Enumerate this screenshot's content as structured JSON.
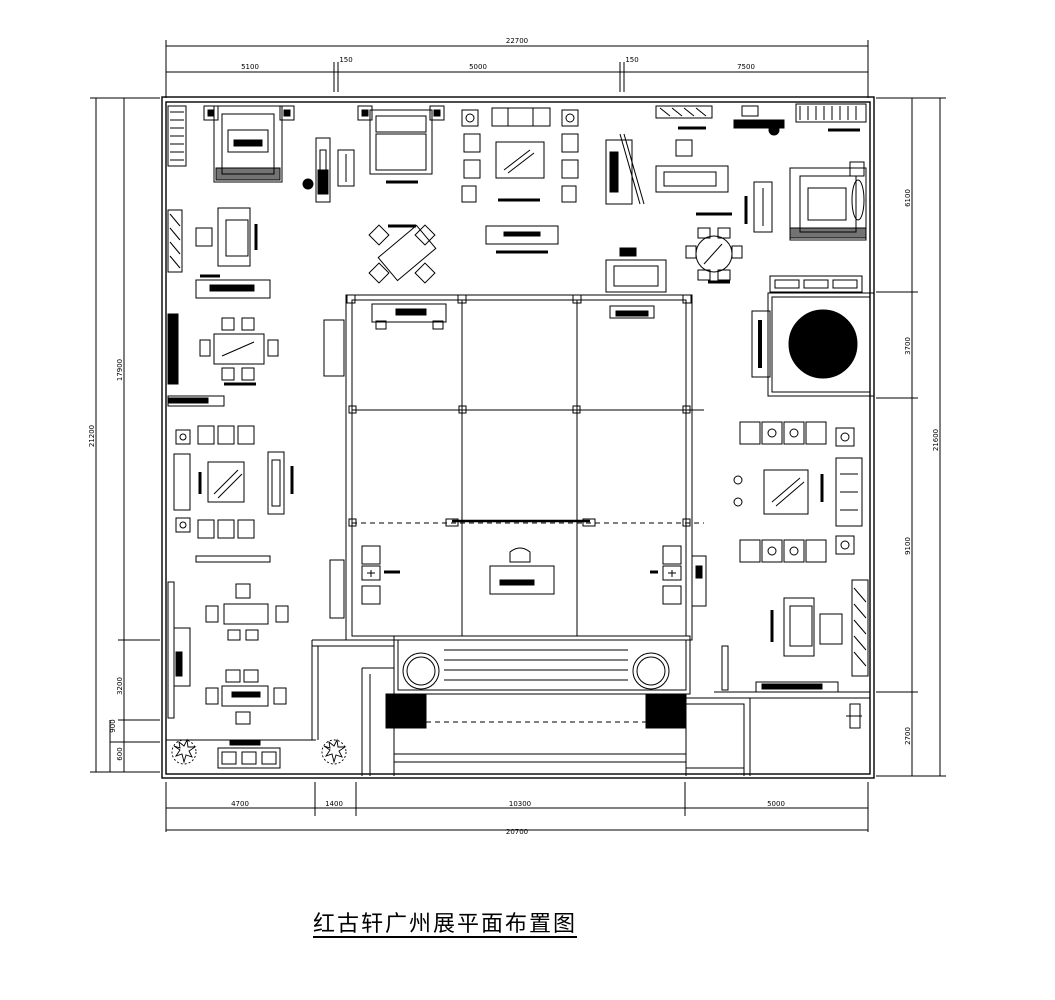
{
  "caption": "红古轩广州展平面布置图",
  "dimensions": {
    "top_overall": "22700",
    "top_segments": [
      "5100",
      "150",
      "5000",
      "150",
      "7500"
    ],
    "bottom_overall": "20700",
    "bottom_segments": [
      "4700",
      "1400",
      "10300",
      "5000"
    ],
    "left_overall": "21200",
    "left_segments": [
      "17900",
      "3200",
      "900",
      "600"
    ],
    "right_overall": "21600",
    "right_segments": [
      "6100",
      "3700",
      "9100",
      "2700"
    ]
  },
  "icons": {
    "furniture": "furniture-symbol-icon",
    "plant": "plant-icon",
    "dining_set": "dining-set-icon",
    "sofa": "sofa-icon",
    "bed": "bed-icon",
    "round_table": "round-table-icon"
  },
  "colors": {
    "line": "#000000",
    "fill": "#000000",
    "background": "#ffffff"
  }
}
